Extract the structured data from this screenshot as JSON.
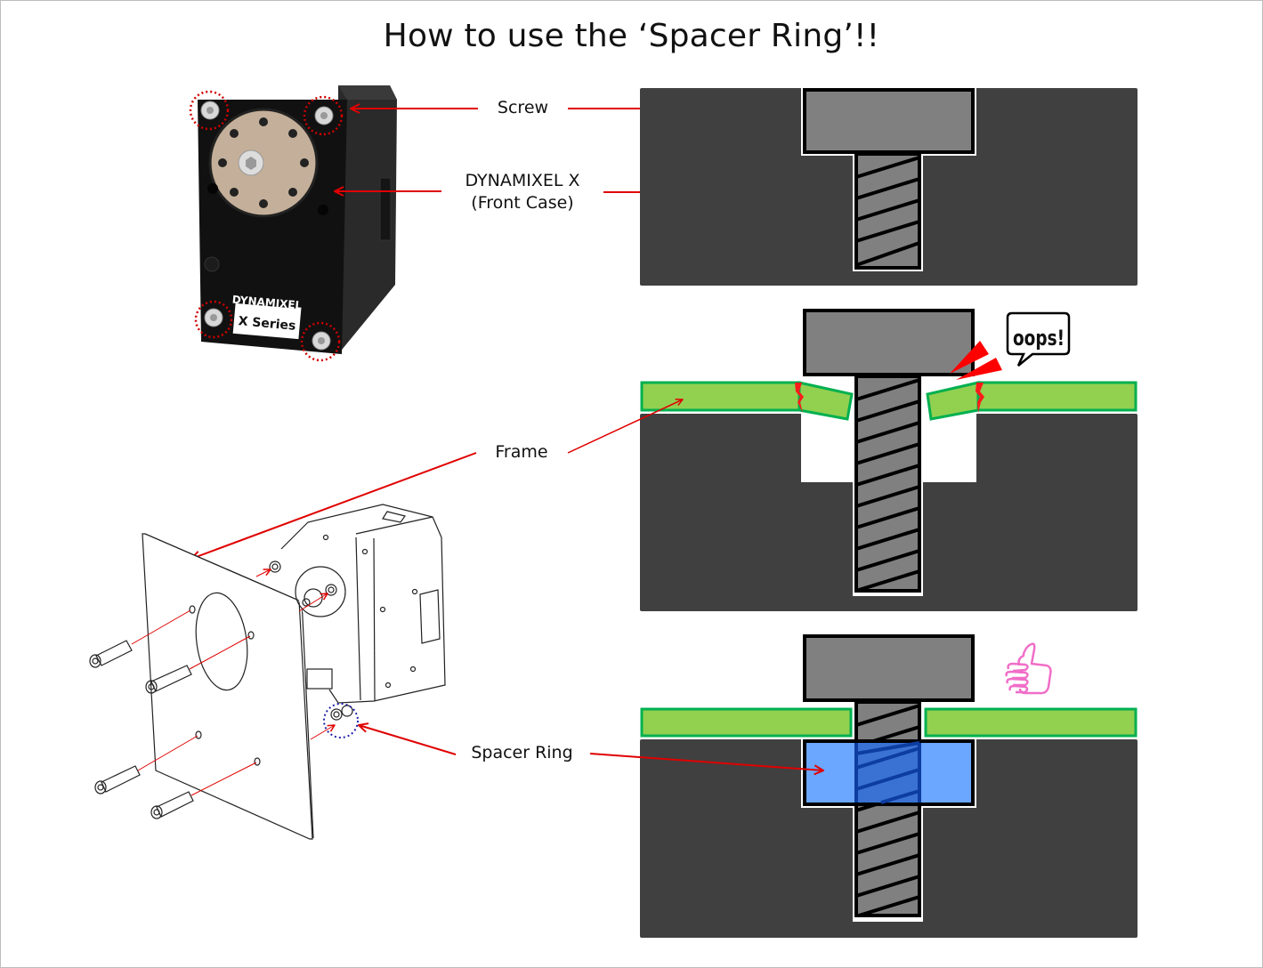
{
  "title": "How to use the ‘Spacer Ring’!!",
  "labels": {
    "screw": "Screw",
    "dynamixel_line1": "DYNAMIXEL X",
    "dynamixel_line2": "(Front Case)",
    "frame": "Frame",
    "spacer_ring": "Spacer Ring"
  },
  "product_photo": {
    "brand": "DYNAMIXEL",
    "series": "X Series"
  },
  "callouts": {
    "oops": "oops!"
  },
  "panels": [
    {
      "id": "screw-in-case",
      "status": "reference"
    },
    {
      "id": "frame-without-spacer",
      "status": "bad"
    },
    {
      "id": "frame-with-spacer",
      "status": "good"
    }
  ],
  "colors": {
    "case": "#404040",
    "screw": "#808080",
    "frame": "#92d050",
    "frame_border": "#00b050",
    "spacer": "#66a3ff",
    "arrow": "#e00000",
    "thumbs_up": "#f06ec8"
  }
}
